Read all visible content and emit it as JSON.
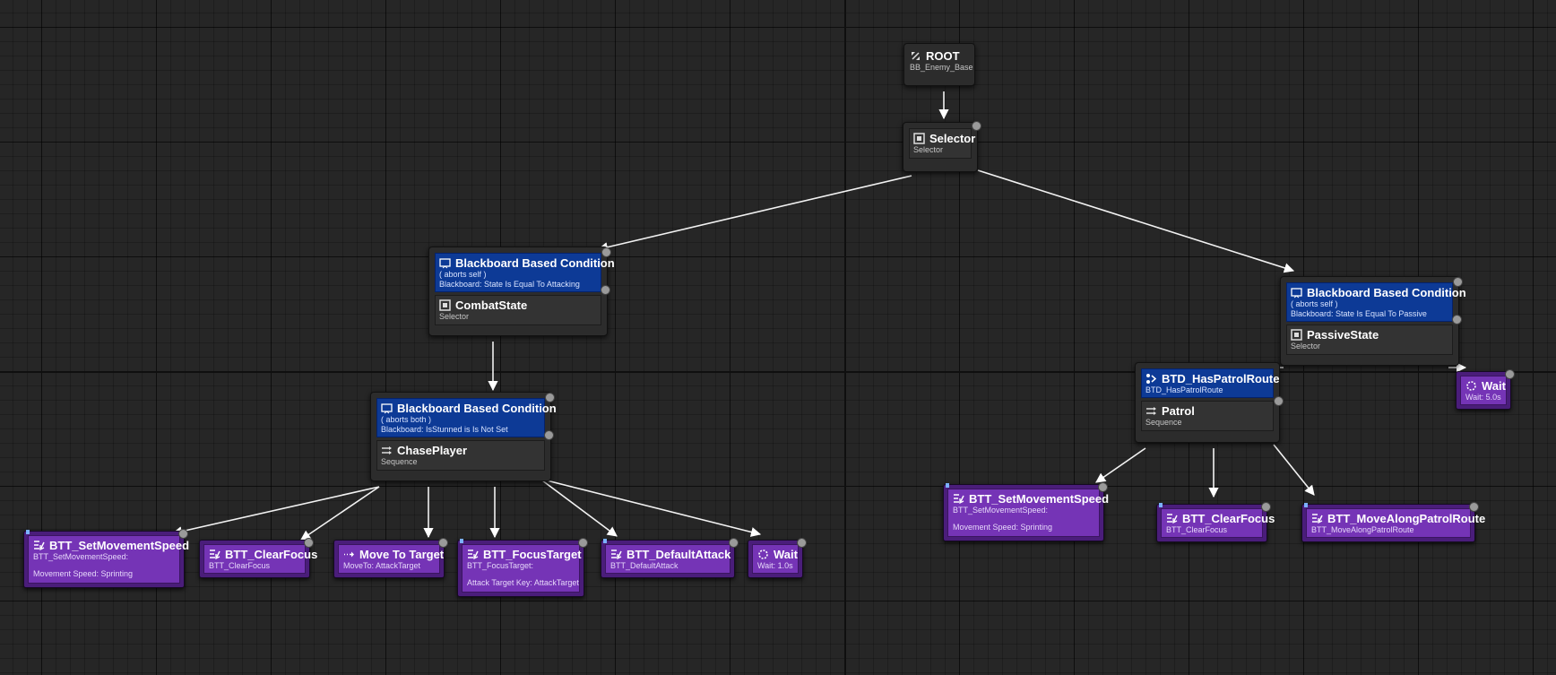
{
  "root": {
    "title": "ROOT",
    "subtitle": "BB_Enemy_Base"
  },
  "selector_main": {
    "title": "Selector",
    "subtitle": "Selector"
  },
  "combat": {
    "decorator": {
      "title": "Blackboard Based Condition",
      "aborts": "( aborts self )",
      "detail": "Blackboard: State Is Equal To Attacking"
    },
    "title": "CombatState",
    "subtitle": "Selector"
  },
  "chase": {
    "decorator": {
      "title": "Blackboard Based Condition",
      "aborts": "( aborts both )",
      "detail": "Blackboard: IsStunned is Is Not Set"
    },
    "title": "ChasePlayer",
    "subtitle": "Sequence"
  },
  "passive": {
    "decorator": {
      "title": "Blackboard Based Condition",
      "aborts": "( aborts self )",
      "detail": "Blackboard: State Is Equal To Passive"
    },
    "title": "PassiveState",
    "subtitle": "Selector"
  },
  "patrol": {
    "decorator": {
      "title": "BTD_HasPatrolRoute",
      "detail": "BTD_HasPatrolRoute"
    },
    "title": "Patrol",
    "subtitle": "Sequence"
  },
  "tasks_left": [
    {
      "title": "BTT_SetMovementSpeed",
      "line1": "BTT_SetMovementSpeed:",
      "line2": "Movement Speed: Sprinting"
    },
    {
      "title": "BTT_ClearFocus",
      "line1": "BTT_ClearFocus"
    },
    {
      "title": "Move To Target",
      "line1": "MoveTo: AttackTarget"
    },
    {
      "title": "BTT_FocusTarget",
      "line1": "BTT_FocusTarget:",
      "line2": "Attack Target Key: AttackTarget"
    },
    {
      "title": "BTT_DefaultAttack",
      "line1": "BTT_DefaultAttack"
    },
    {
      "title": "Wait",
      "line1": "Wait: 1.0s"
    }
  ],
  "tasks_right": [
    {
      "title": "BTT_SetMovementSpeed",
      "line1": "BTT_SetMovementSpeed:",
      "line2": "Movement Speed: Sprinting"
    },
    {
      "title": "BTT_ClearFocus",
      "line1": "BTT_ClearFocus"
    },
    {
      "title": "BTT_MoveAlongPatrolRoute",
      "line1": "BTT_MoveAlongPatrolRoute"
    }
  ],
  "wait_passive": {
    "title": "Wait",
    "line1": "Wait: 5.0s"
  },
  "colors": {
    "decorator": "#0d3a96",
    "task": "#7534b6",
    "wire": "#ffffff",
    "background": "#262626"
  }
}
